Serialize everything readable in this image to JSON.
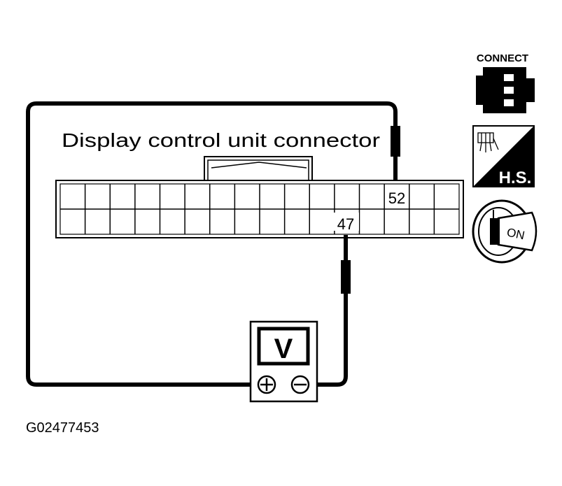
{
  "connector_title": "Display control unit connector",
  "pins": {
    "positive": "52",
    "negative": "47"
  },
  "meter": {
    "symbol": "V",
    "positive_terminal": "⊕",
    "negative_terminal": "⊖"
  },
  "icons": {
    "connect_label": "CONNECT",
    "harness_side_label": "H.S.",
    "ignition_label": "ON"
  },
  "figure_id": "G02477453"
}
